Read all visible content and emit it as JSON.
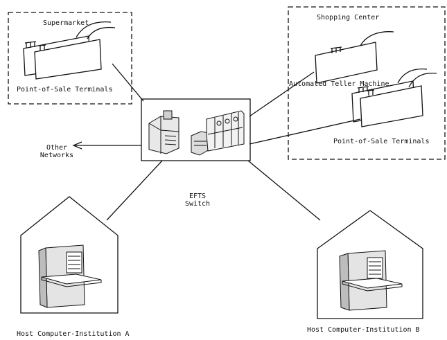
{
  "diagram": {
    "supermarket": {
      "title": "Supermarket",
      "terminals_label": "Point-of-Sale Terminals"
    },
    "shopping_center": {
      "title": "Shopping Center",
      "atm_label": "Automated Teller Machine",
      "terminals_label": "Point-of-Sale  Terminals"
    },
    "other_networks": {
      "line1": "Other",
      "line2": "Networks"
    },
    "switch": {
      "line1": "EFTS",
      "line2": "Switch"
    },
    "host_a": {
      "label": "Host Computer-Institution A"
    },
    "host_b": {
      "label": "Host Computer-Institution B"
    }
  }
}
